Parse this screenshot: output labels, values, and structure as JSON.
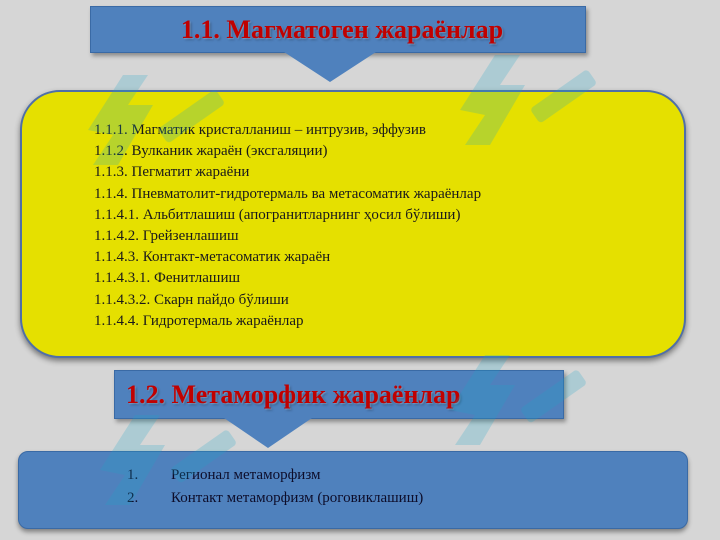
{
  "section1": {
    "title": "1.1. Магматоген жараёнлар"
  },
  "items1": [
    "1.1.1. Магматик кристалланиш – интрузив, эффузив",
    "1.1.2. Вулканик жараён (эксгаляции)",
    "1.1.3. Пегматит жараёни",
    "1.1.4. Пневматолит-гидротермаль ва метасоматик жараёнлар",
    "1.1.4.1. Альбитлашиш (апогранитларнинг ҳосил бўлиши)",
    "1.1.4.2. Грейзенлашиш",
    "1.1.4.3. Контакт-метасоматик жараён",
    "1.1.4.3.1. Фенитлашиш",
    "1.1.4.3.2. Скарн пайдо бўлиши",
    "1.1.4.4. Гидротермаль жараёнлар"
  ],
  "section2": {
    "title": "1.2. Метаморфик жараёнлар"
  },
  "items2": [
    {
      "num": "1.",
      "text": "Регионал метаморфизм"
    },
    {
      "num": "2.",
      "text": "Контакт метаморфизм (роговиклашиш)"
    }
  ],
  "colors": {
    "blue": "#4f81bd",
    "yellow": "#e5e000",
    "title_red": "#c00000",
    "background": "#d6d6d6"
  },
  "watermark": {
    "icon": "soft-watermark-icon"
  }
}
